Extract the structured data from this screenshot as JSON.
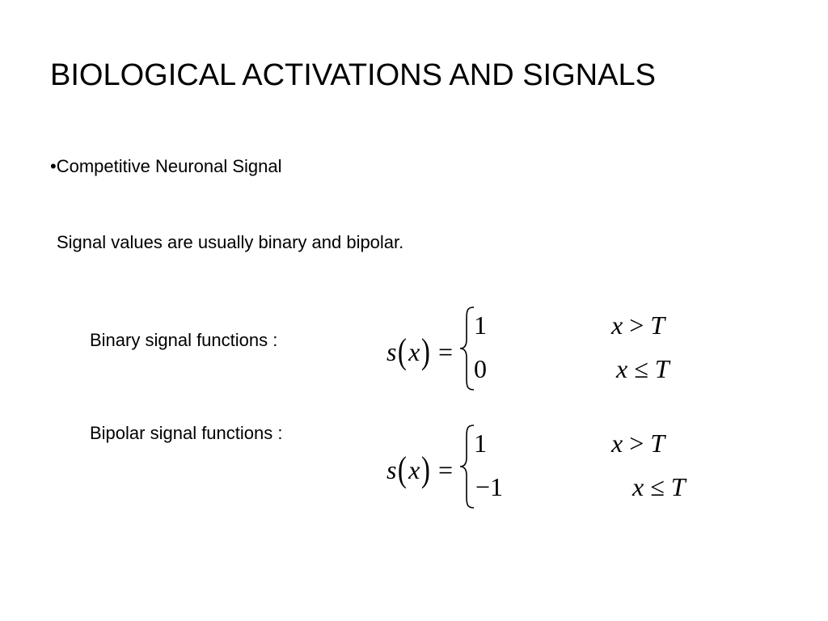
{
  "slide": {
    "title": "BIOLOGICAL ACTIVATIONS AND SIGNALS",
    "bullet": "•Competitive Neuronal Signal",
    "note": "Signal values are usually binary and bipolar.",
    "binary_label": "Binary signal functions :",
    "bipolar_label": "Bipolar signal functions :",
    "binary_eq": {
      "fn": "s",
      "arg": "x",
      "eq_sign": "=",
      "case1_value": "1",
      "case1_var": "x",
      "case1_op": ">",
      "case1_threshold": "T",
      "case2_value": "0",
      "case2_var": "x",
      "case2_op": "≤",
      "case2_threshold": "T"
    },
    "bipolar_eq": {
      "fn": "s",
      "arg": "x",
      "eq_sign": "=",
      "case1_value": "1",
      "case1_var": "x",
      "case1_op": ">",
      "case1_threshold": "T",
      "case2_value": "−1",
      "case2_var": "x",
      "case2_op": "≤",
      "case2_threshold": "T"
    }
  }
}
